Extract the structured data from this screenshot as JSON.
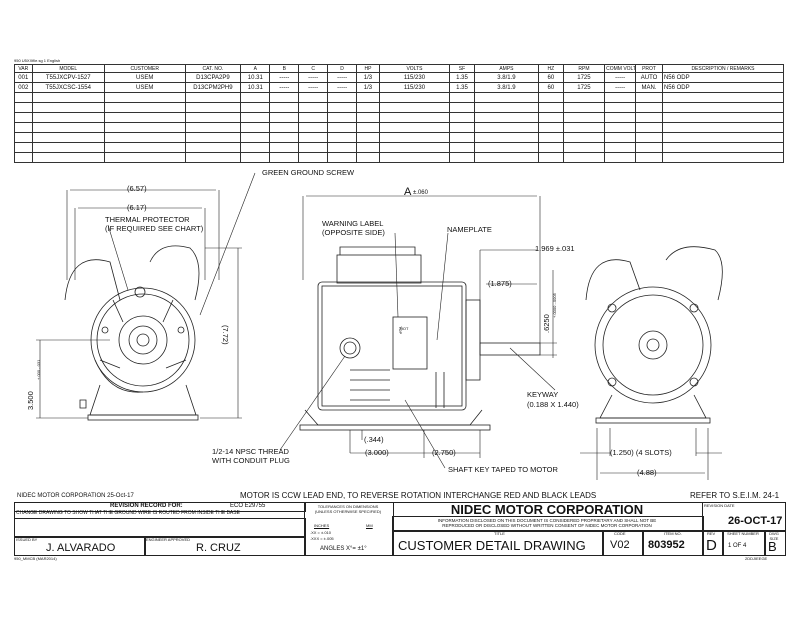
{
  "header_note": "950 U5XXfile.sg 1 English",
  "spec_table": {
    "headers": [
      "VAR",
      "MODEL",
      "CUSTOMER",
      "CAT. NO.",
      "A",
      "B",
      "C",
      "D",
      "HP",
      "VOLTS",
      "SF",
      "AMPS",
      "HZ",
      "RPM",
      "COMM VOLTS",
      "PROT",
      "DESCRIPTION / REMARKS"
    ],
    "rows": [
      [
        "001",
        "T55JXCPV-1527",
        "USEM",
        "D13CPA2P9",
        "10.31",
        "-----",
        "-----",
        "-----",
        "1/3",
        "115/230",
        "1.35",
        "3.8/1.9",
        "60",
        "1725",
        "-----",
        "AUTO",
        "N56 ODP"
      ],
      [
        "002",
        "T55JXCSC-1554",
        "USEM",
        "D13CPM2PH9",
        "10.31",
        "-----",
        "-----",
        "-----",
        "1/3",
        "115/230",
        "1.35",
        "3.8/1.9",
        "60",
        "1725",
        "-----",
        "MAN.",
        "N56 ODP"
      ]
    ],
    "empty_rows": 7
  },
  "drawing": {
    "green_ground_screw": "GREEN GROUND SCREW",
    "dim_657": "(6.57)",
    "dim_617": "(6.17)",
    "thermal_protector_1": "THERMAL PROTECTOR",
    "thermal_protector_2": "(IF REQUIRED SEE CHART)",
    "dim_772": "(7.72)",
    "dim_3500": "3.500",
    "dim_3500_tol": "+.000 -.031",
    "dim_a": "A",
    "dim_a_tol": "±.060",
    "warning_label_1": "WARNING LABEL",
    "warning_label_2": "(OPPOSITE SIDE)",
    "nameplate": "NAMEPLATE",
    "dim_1969": "1.969  ±.031",
    "dim_1875": "(1.875)",
    "dim_6250": ".6250",
    "dim_6250_tol": "+.0000 -.0005",
    "keyway_1": "KEYWAY",
    "keyway_2": "(0.188 X 1.440)",
    "npsc_1": "1/2-14 NPSC THREAD",
    "npsc_2": "WITH CONDUIT PLUG",
    "dim_344": "(.344)",
    "dim_3000": "(3.000)",
    "dim_2750": "(2.750)",
    "shaft_key": "SHAFT KEY TAPED TO MOTOR",
    "dim_1250": "(1.250)  (4 SLOTS)",
    "dim_488": "(4.88)",
    "nameplate_top": "TOP",
    "nameplate_hot": "HOT"
  },
  "notes": {
    "left": "NIDEC MOTOR CORPORATION 25-Oct-17",
    "center": "MOTOR IS CCW LEAD END, TO REVERSE ROTATION INTERCHANGE RED AND BLACK LEADS",
    "right": "REFER TO S.E.I.M. 24-1"
  },
  "title_block": {
    "revision_record": "REVISION RECORD FOR:",
    "eco": "ECO E29755",
    "change_text": "CHANGE DRAWING TO SHOW THAT THE GROUND WIRE IS ROUTED FROM INSIDE THE BASE",
    "tolerances_1": "TOLERANCES ON DIMENSIONS",
    "tolerances_2": "(UNLESS OTHERWISE SPECIFIED)",
    "inches": "INCHES",
    "mm": "MM",
    "tol_xx": ".XX = ±.010",
    "tol_xxx": ".XXX = ±.005",
    "angles": "ANGLES  X°= ±1°",
    "issued_by_label": "ISSUED BY",
    "issued_by": "J. ALVARADO",
    "engineer_label": "ENGINEER APPROVED",
    "engineer": "R. CRUZ",
    "company": "NIDEC MOTOR CORPORATION",
    "proprietary_1": "INFORMATION DISCLOSED ON THIS DOCUMENT IS CONSIDERED PROPRIETARY AND SHALL NOT BE",
    "proprietary_2": "REPRODUCED OR DISCLOSED WITHOUT WRITTEN CONSENT OF NIDEC MOTOR CORPORATION",
    "title_label": "TITLE",
    "title": "CUSTOMER  DETAIL  DRAWING",
    "code_label": "CODE",
    "code": "V02",
    "item_label": "ITEM NO.",
    "item": "803952",
    "rev_label": "REV",
    "rev": "D",
    "rev_date_label": "REVISION DATE",
    "rev_date": "26-OCT-17",
    "sheet_label": "SHEET NUMBER",
    "sheet": "1  OF  4",
    "dwg_size_label": "DWG SIZE",
    "dwg_size": "B",
    "footer_left": "950_MMCB (MAR2014)",
    "footer_right": "2DDJIEEGE"
  }
}
